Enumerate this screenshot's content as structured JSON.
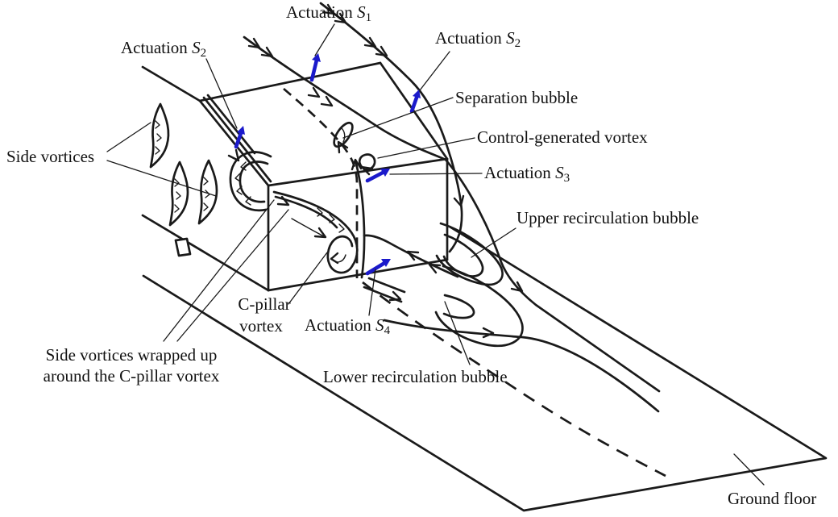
{
  "diagram": {
    "title_hint": "Flow topology around a square-back bluff body with actuation",
    "background": "#ffffff",
    "line_color": "#1a1a1a",
    "accent_blue": "#1b1acb",
    "labels": {
      "actuation_s1": {
        "prefix": "Actuation ",
        "sym": "S",
        "sub": "1"
      },
      "actuation_s2_left": {
        "prefix": "Actuation ",
        "sym": "S",
        "sub": "2"
      },
      "actuation_s2_right": {
        "prefix": "Actuation ",
        "sym": "S",
        "sub": "2"
      },
      "actuation_s3": {
        "prefix": "Actuation ",
        "sym": "S",
        "sub": "3"
      },
      "actuation_s4": {
        "prefix": "Actuation ",
        "sym": "S",
        "sub": "4"
      },
      "separation_bubble": "Separation bubble",
      "control_generated_vortex": "Control-generated vortex",
      "upper_recirculation_bubble": "Upper recirculation bubble",
      "lower_recirculation_bubble": "Lower recirculation bubble",
      "side_vortices": "Side vortices",
      "c_pillar_vortex_line1": "C-pillar",
      "c_pillar_vortex_line2": "vortex",
      "wrapped_vortices_line1": "Side vortices wrapped up",
      "wrapped_vortices_line2": "around the C-pillar vortex",
      "ground_floor": "Ground floor"
    }
  }
}
